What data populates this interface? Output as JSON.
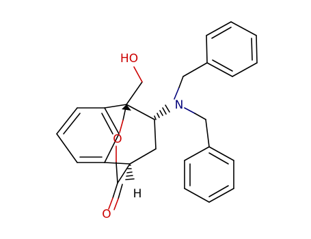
{
  "molecule": {
    "labels": {
      "hydroxyl": "HO",
      "bridge_oxygen": "O",
      "carbonyl_oxygen": "O",
      "nitrogen": "N",
      "stereo_hydrogen": "H"
    },
    "colors": {
      "oxygen": "#cc0000",
      "nitrogen": "#00007a",
      "carbon_bonds": "#000000",
      "background": "#ffffff"
    }
  }
}
